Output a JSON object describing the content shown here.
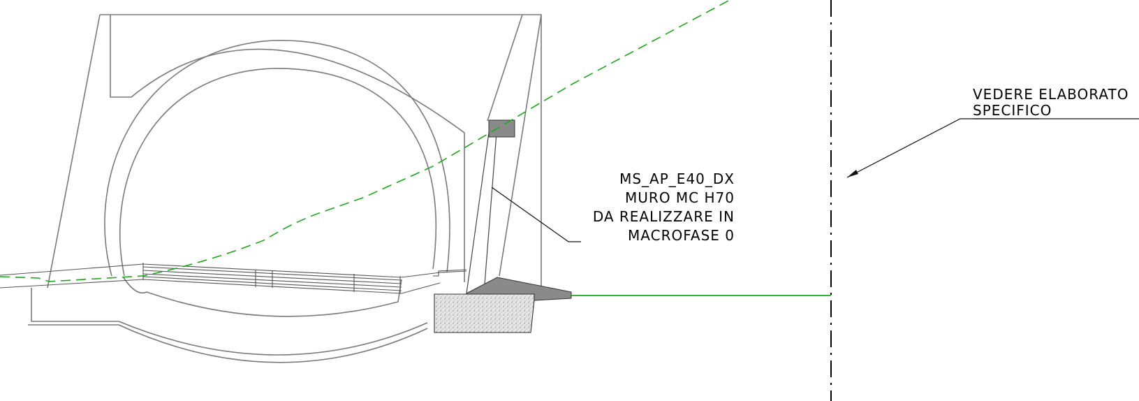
{
  "annotations": {
    "wall": {
      "line1": "MS_AP_E40_DX",
      "line2": "MURO MC H70",
      "line3": "DA REALIZZARE IN",
      "line4": "MACROFASE 0"
    },
    "reference": {
      "line1": "VEDERE ELABORATO",
      "line2": "SPECIFICO"
    }
  },
  "colors": {
    "ground_line": "#1fa51f",
    "section_outline": "#7a7a7a",
    "wall_fill": "#8a8a8a",
    "footing_fill": "#d9d9d9",
    "axis_line": "#000000"
  }
}
